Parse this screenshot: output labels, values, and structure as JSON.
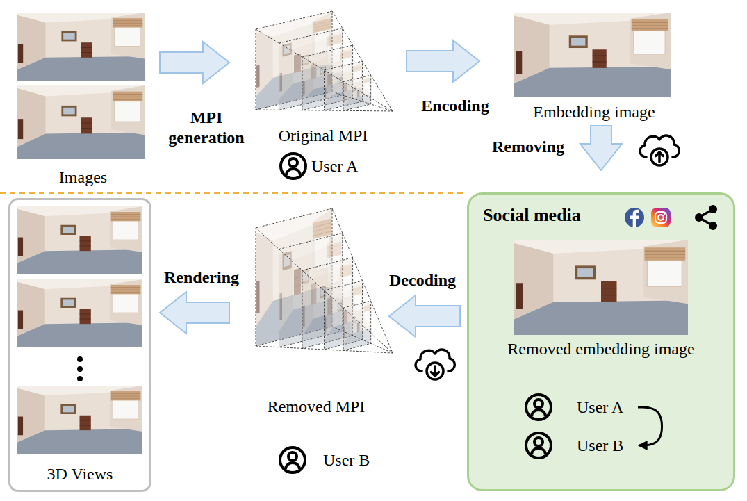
{
  "diagram": {
    "nodes": [
      {
        "text": [
          "Images"
        ]
      },
      {
        "text": [
          "Original MPI"
        ]
      },
      {
        "text": [
          "User A"
        ]
      },
      {
        "text": [
          "Embedding image"
        ]
      },
      {
        "text": [
          "Social media",
          "Removed embedding image"
        ]
      },
      {
        "text": [
          "User A"
        ],
        "in": 4
      },
      {
        "text": [
          "User B"
        ],
        "in": 4
      },
      {
        "text": [
          "3D Views"
        ]
      },
      {
        "text": [
          "Removed MPI"
        ]
      },
      {
        "text": [
          "User B"
        ]
      }
    ],
    "edges": [
      {
        "from": 0,
        "to": 1,
        "arrow": "to",
        "label": "MPI generation"
      },
      {
        "from": 1,
        "to": 3,
        "arrow": "to",
        "label": "Encoding"
      },
      {
        "from": 3,
        "to": 4,
        "arrow": "to",
        "label": "Removing"
      },
      {
        "from": 4,
        "to": 8,
        "arrow": "to",
        "label": "Decoding"
      },
      {
        "from": 8,
        "to": 7,
        "arrow": "to",
        "label": "Rendering"
      },
      {
        "from": 5,
        "to": 6,
        "arrow": "to"
      }
    ]
  }
}
